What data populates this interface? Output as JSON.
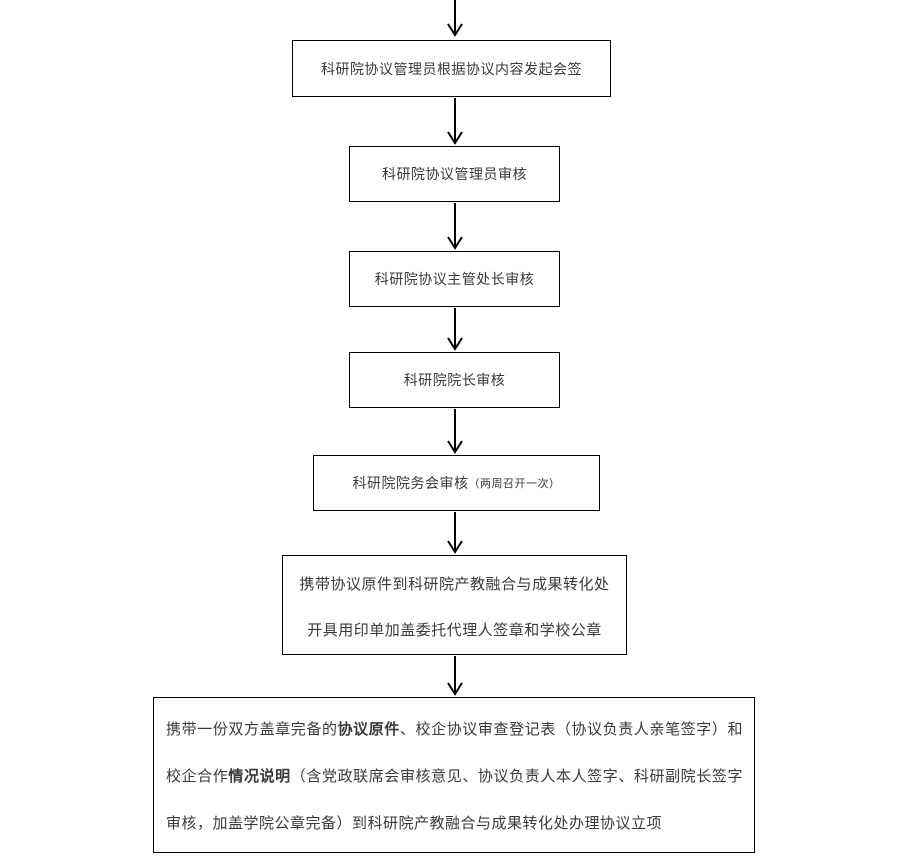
{
  "colors": {
    "background": "#ffffff",
    "box_border": "#000000",
    "text": "#3a3a3a",
    "arrow": "#000000"
  },
  "flowchart": {
    "steps": [
      {
        "label": "科研院协议管理员根据协议内容发起会签"
      },
      {
        "label": "科研院协议管理员审核"
      },
      {
        "label": "科研院协议主管处长审核"
      },
      {
        "label": "科研院院长审核"
      },
      {
        "label_main": "科研院院务会审核",
        "label_note": "（两周召开一次）"
      },
      {
        "line1": "携带协议原件到科研院产教融合与成果转化处",
        "line2": "开具用印单加盖委托代理人签章和学校公章"
      },
      {
        "segments": [
          {
            "text": "携带一份双方盖章完备的",
            "bold": false
          },
          {
            "text": "协议原件",
            "bold": true
          },
          {
            "text": "、校企协议审查登记表（协议负责人亲笔签字）和校企合作",
            "bold": false
          },
          {
            "text": "情况说明",
            "bold": true
          },
          {
            "text": "（含党政联席会审核意见、协议负责人本人签字、科研副院长签字审核，加盖学院公章完备）到科研院产教融合与成果转化处办理协议立项",
            "bold": false
          }
        ]
      }
    ]
  }
}
